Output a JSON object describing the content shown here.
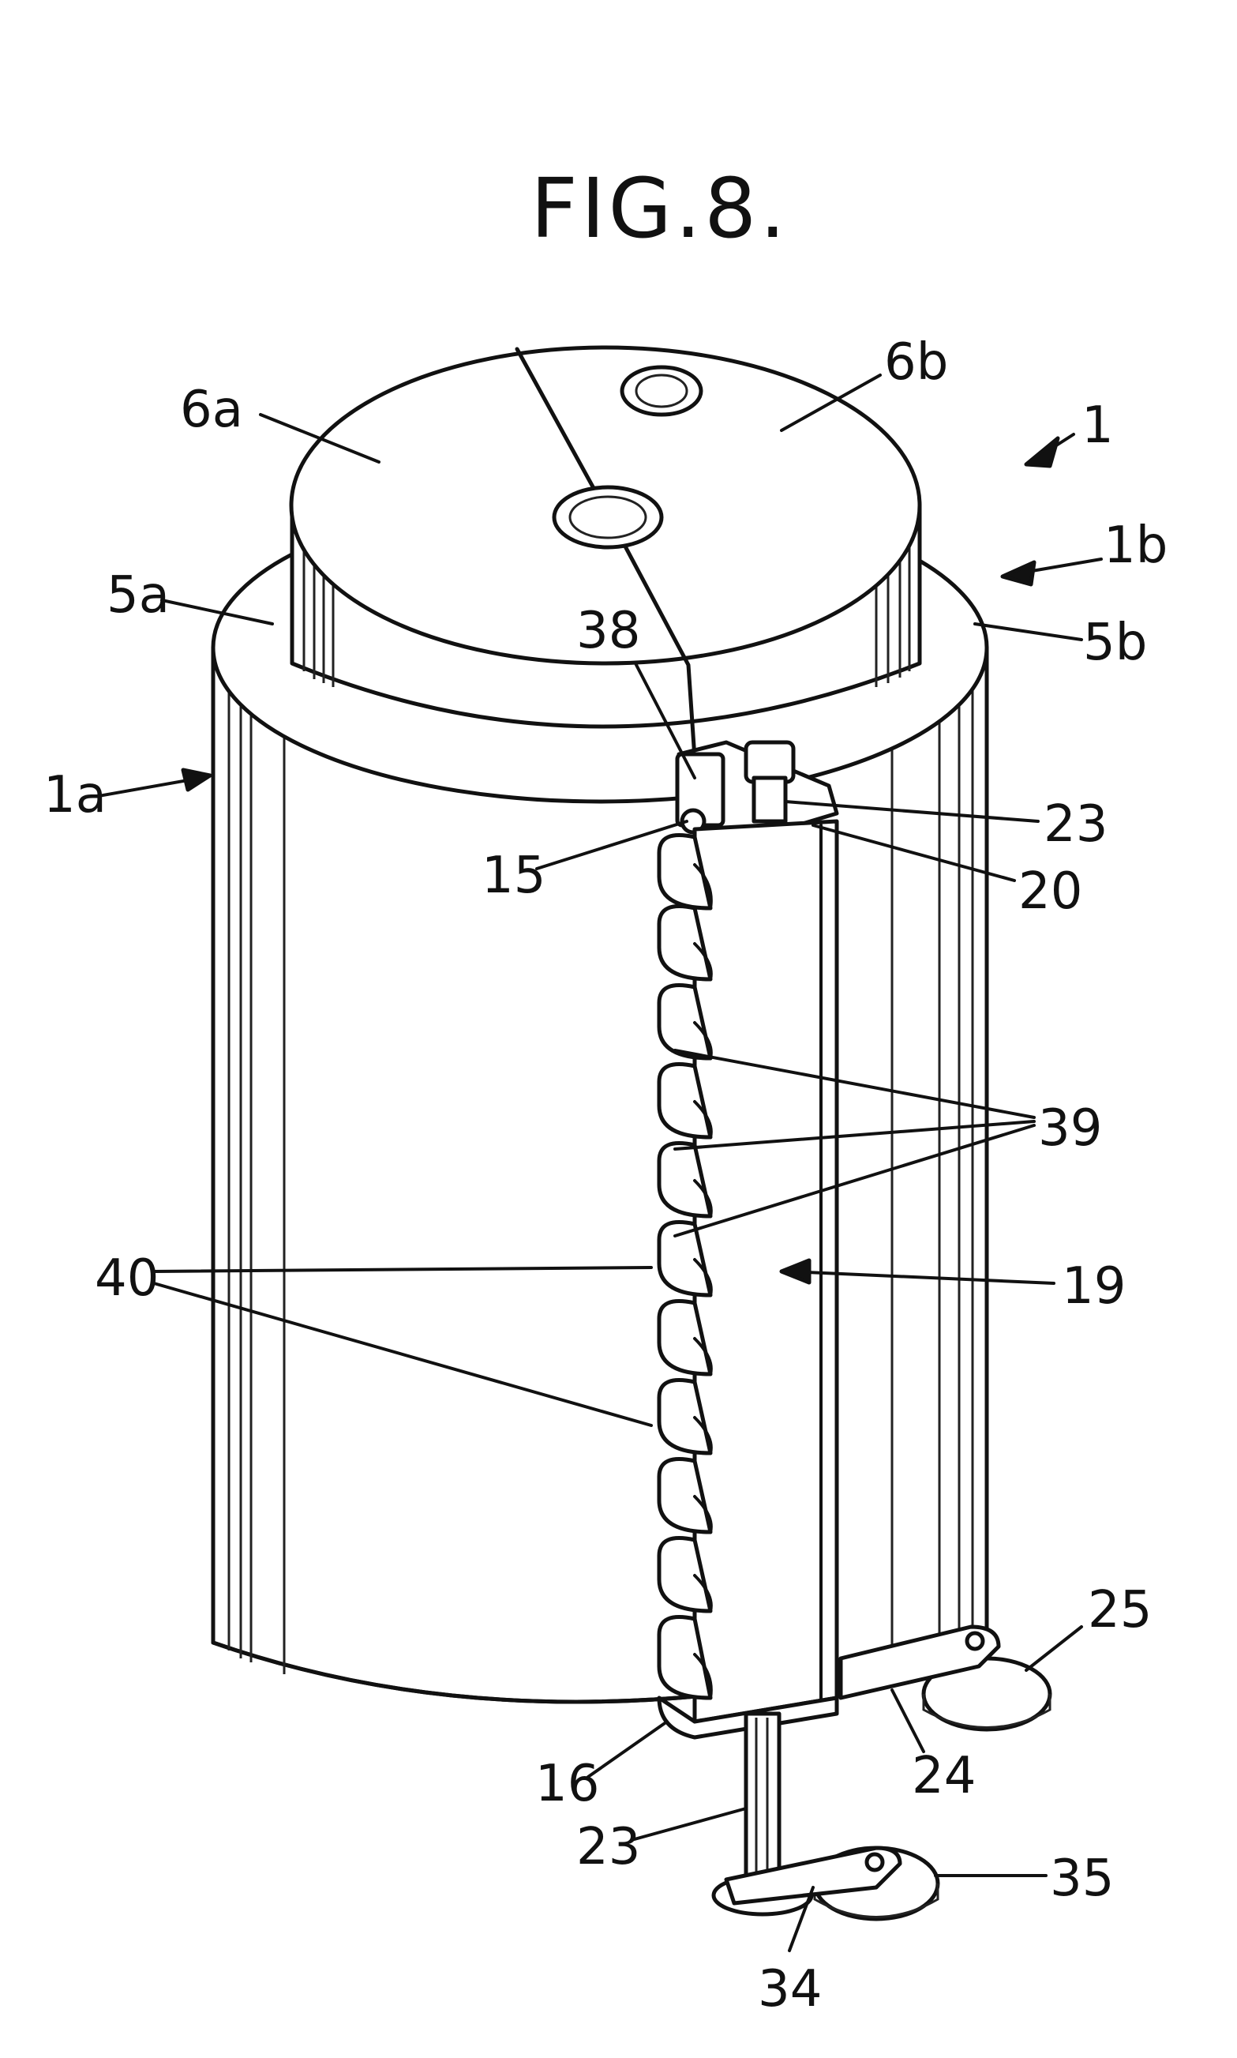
{
  "figure": {
    "title": "FIG.8.",
    "labels": {
      "l1": "1",
      "l1b": "1b",
      "l6a": "6a",
      "l6b": "6b",
      "l5a": "5a",
      "l5b": "5b",
      "l38": "38",
      "l1a": "1a",
      "l23top": "23",
      "l15": "15",
      "l20": "20",
      "l39": "39",
      "l40": "40",
      "l19": "19",
      "l25": "25",
      "l24": "24",
      "l16": "16",
      "l23bot": "23",
      "l35": "35",
      "l34": "34"
    }
  }
}
